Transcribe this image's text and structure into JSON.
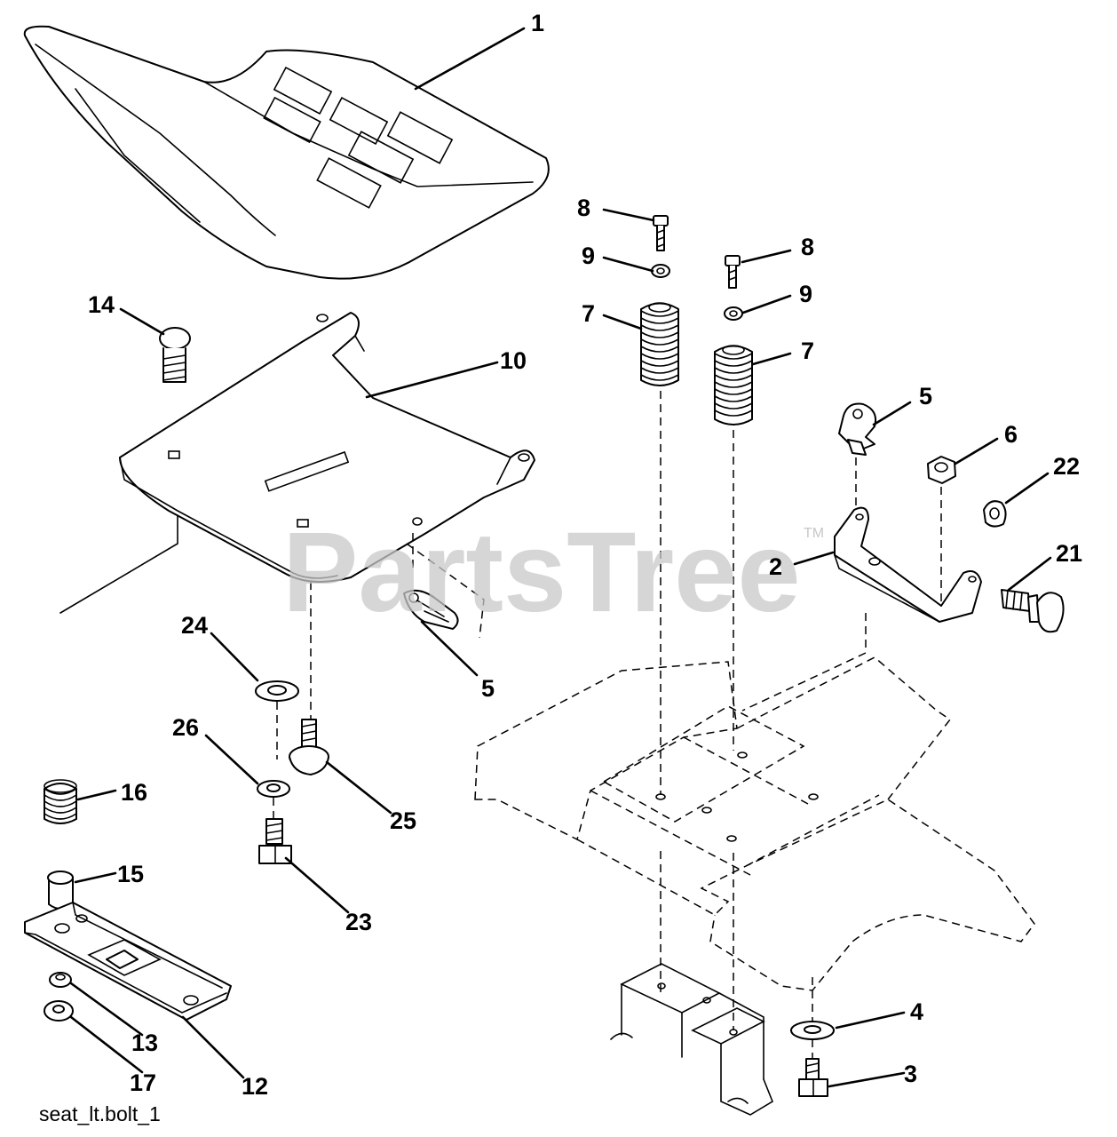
{
  "watermark": {
    "text": "PartsTree",
    "trademark": "TM"
  },
  "caption": "seat_lt.bolt_1",
  "callouts": {
    "c1": "1",
    "c8a": "8",
    "c8b": "8",
    "c9a": "9",
    "c9b": "9",
    "c7a": "7",
    "c7b": "7",
    "c14": "14",
    "c10": "10",
    "c5a": "5",
    "c6": "6",
    "c22": "22",
    "c2": "2",
    "c21": "21",
    "c24": "24",
    "c5b": "5",
    "c26": "26",
    "c16": "16",
    "c25": "25",
    "c15": "15",
    "c23": "23",
    "c4": "4",
    "c13": "13",
    "c3": "3",
    "c17": "17",
    "c12": "12"
  }
}
